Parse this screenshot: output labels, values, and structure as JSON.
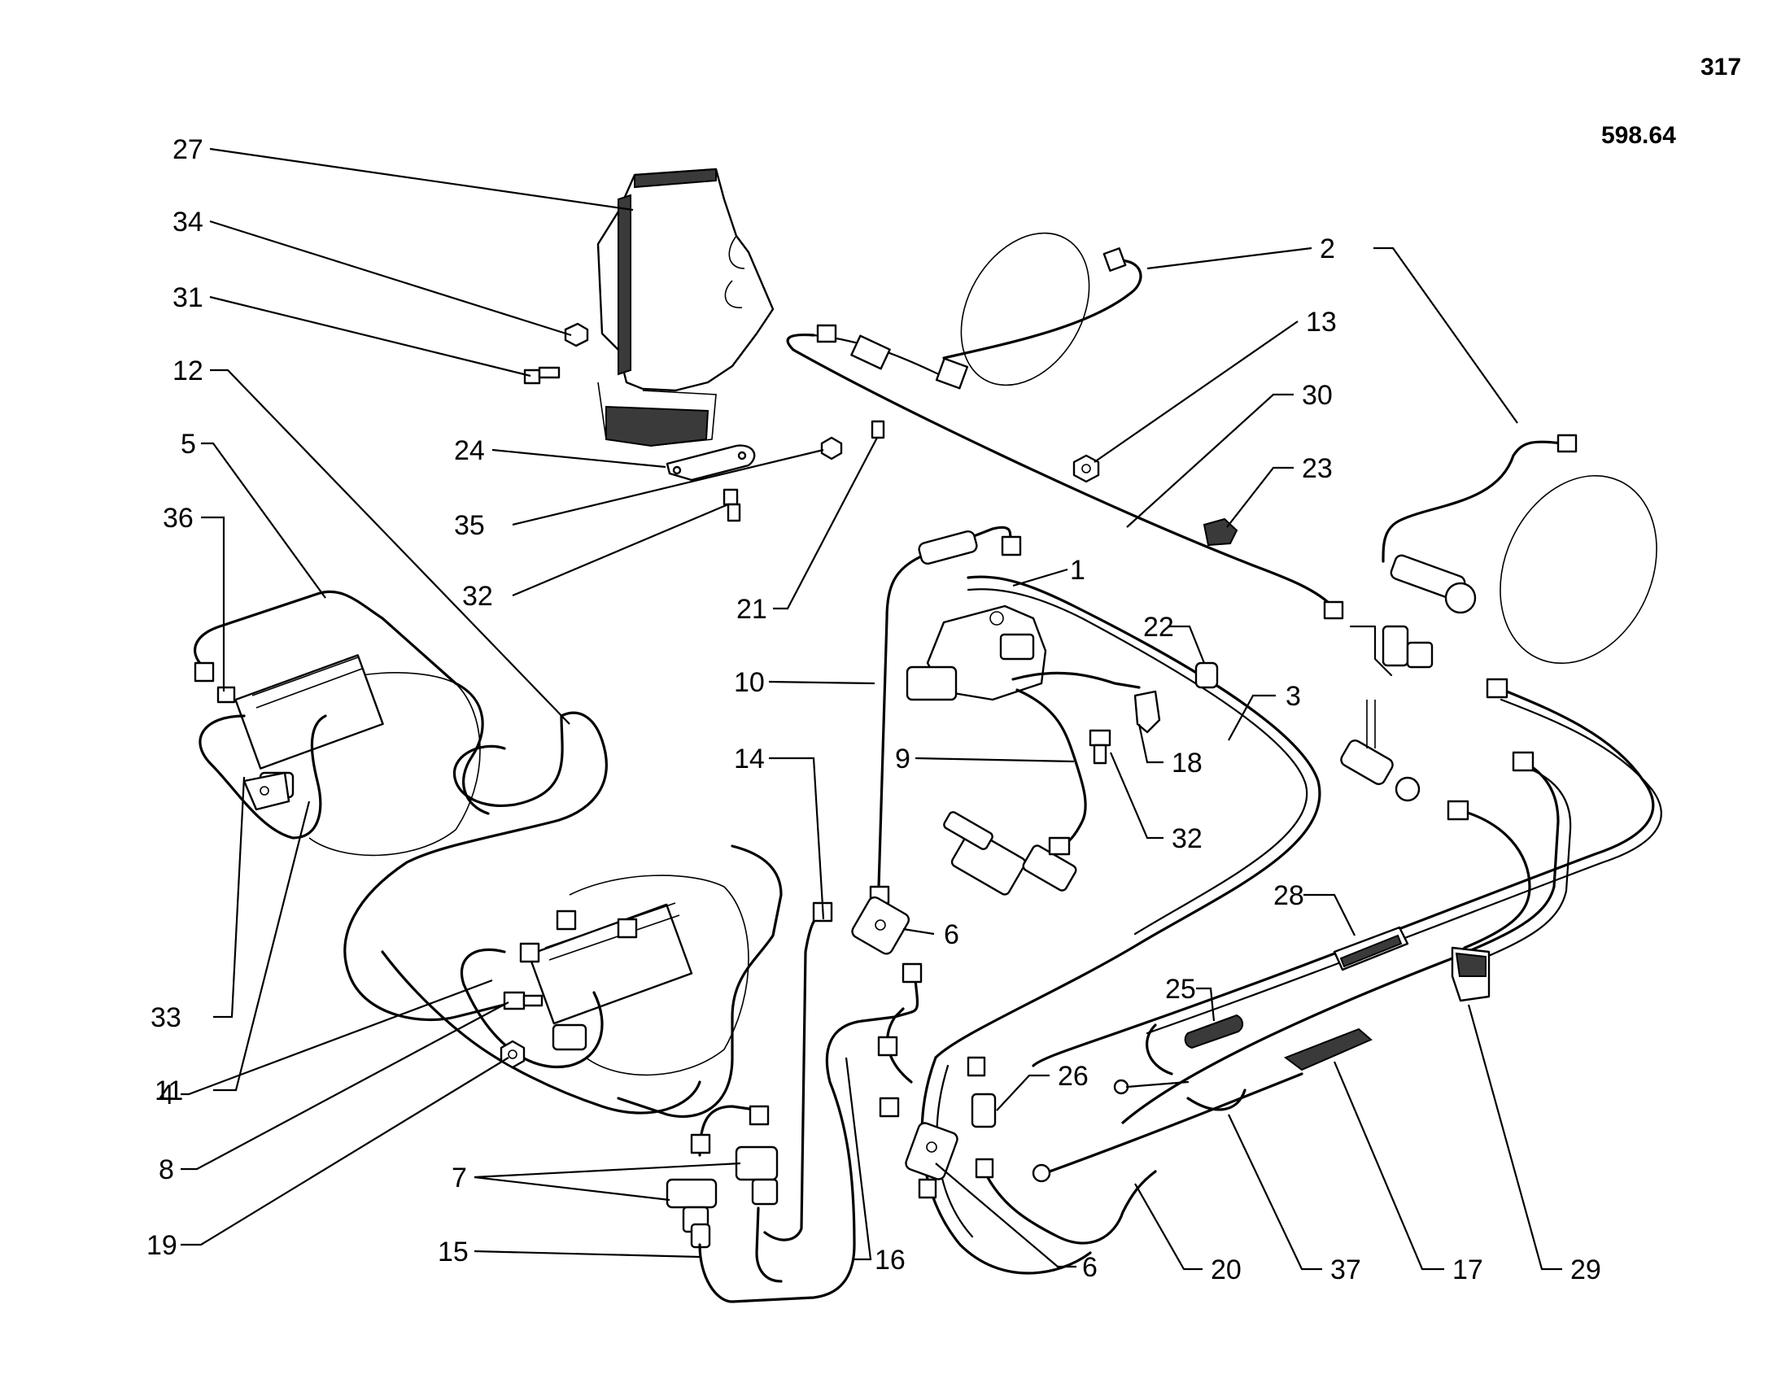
{
  "page_number": "317",
  "figure_reference": "598.64",
  "callouts": [
    {
      "id": "c27",
      "text": "27"
    },
    {
      "id": "c34",
      "text": "34"
    },
    {
      "id": "c31",
      "text": "31"
    },
    {
      "id": "c12",
      "text": "12"
    },
    {
      "id": "c5",
      "text": "5"
    },
    {
      "id": "c36",
      "text": "36"
    },
    {
      "id": "c24",
      "text": "24"
    },
    {
      "id": "c35",
      "text": "35"
    },
    {
      "id": "c32a",
      "text": "32"
    },
    {
      "id": "c21",
      "text": "21"
    },
    {
      "id": "c10",
      "text": "10"
    },
    {
      "id": "c14",
      "text": "14"
    },
    {
      "id": "c33",
      "text": "33"
    },
    {
      "id": "c11",
      "text": "11"
    },
    {
      "id": "c4",
      "text": "4"
    },
    {
      "id": "c8",
      "text": "8"
    },
    {
      "id": "c19",
      "text": "19"
    },
    {
      "id": "c7",
      "text": "7"
    },
    {
      "id": "c15",
      "text": "15"
    },
    {
      "id": "c16",
      "text": "16"
    },
    {
      "id": "c6a",
      "text": "6"
    },
    {
      "id": "c6b",
      "text": "6"
    },
    {
      "id": "c2",
      "text": "2"
    },
    {
      "id": "c13",
      "text": "13"
    },
    {
      "id": "c30",
      "text": "30"
    },
    {
      "id": "c23",
      "text": "23"
    },
    {
      "id": "c1",
      "text": "1"
    },
    {
      "id": "c22",
      "text": "22"
    },
    {
      "id": "c3",
      "text": "3"
    },
    {
      "id": "c9",
      "text": "9"
    },
    {
      "id": "c18",
      "text": "18"
    },
    {
      "id": "c32b",
      "text": "32"
    },
    {
      "id": "c28",
      "text": "28"
    },
    {
      "id": "c25",
      "text": "25"
    },
    {
      "id": "c26",
      "text": "26"
    },
    {
      "id": "c20",
      "text": "20"
    },
    {
      "id": "c37",
      "text": "37"
    },
    {
      "id": "c17",
      "text": "17"
    },
    {
      "id": "c29",
      "text": "29"
    }
  ]
}
